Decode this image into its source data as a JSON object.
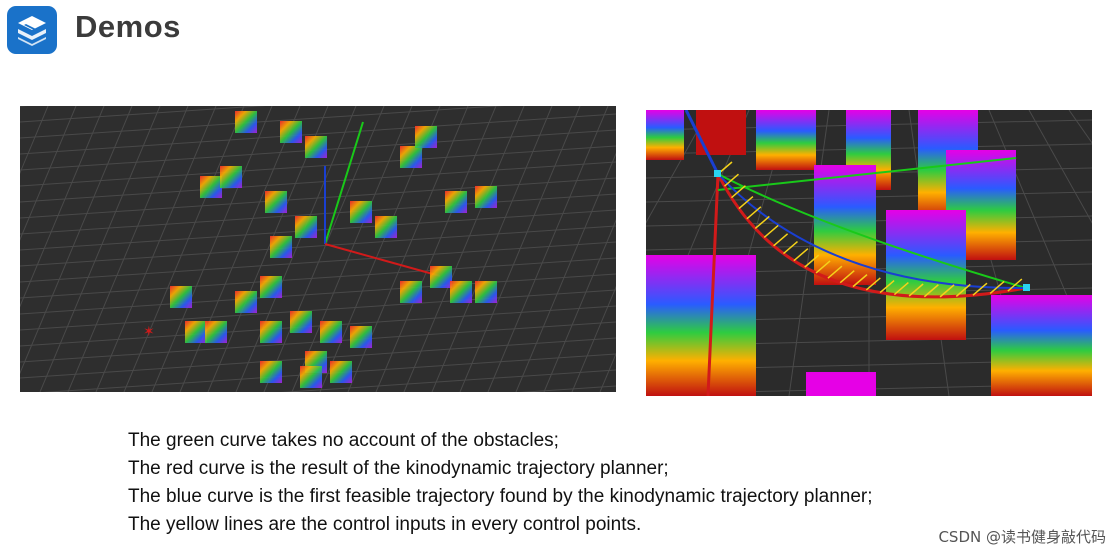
{
  "header": {
    "title": "Demos",
    "logo_icon": "stack-logo-icon",
    "logo_color": "#1a72c9"
  },
  "figures": {
    "left": {
      "icon": "occupancy-grid-map-view"
    },
    "right": {
      "icon": "trajectory-closeup-view"
    }
  },
  "caption": {
    "lines": [
      "The green curve takes no account of the obstacles;",
      "The red curve is the result of the kinodynamic trajectory planner;",
      "The blue curve is the first feasible trajectory found by the kinodynamic trajectory planner;",
      "The yellow lines are the control inputs in every control points."
    ]
  },
  "watermark": "CSDN @读书健身敲代码",
  "colors": {
    "green_curve": "#2ecc40",
    "red_curve": "#d11a1a",
    "blue_curve": "#1a3fd1",
    "yellow_lines": "#f4d21a",
    "obstacle": "#e600e6"
  }
}
